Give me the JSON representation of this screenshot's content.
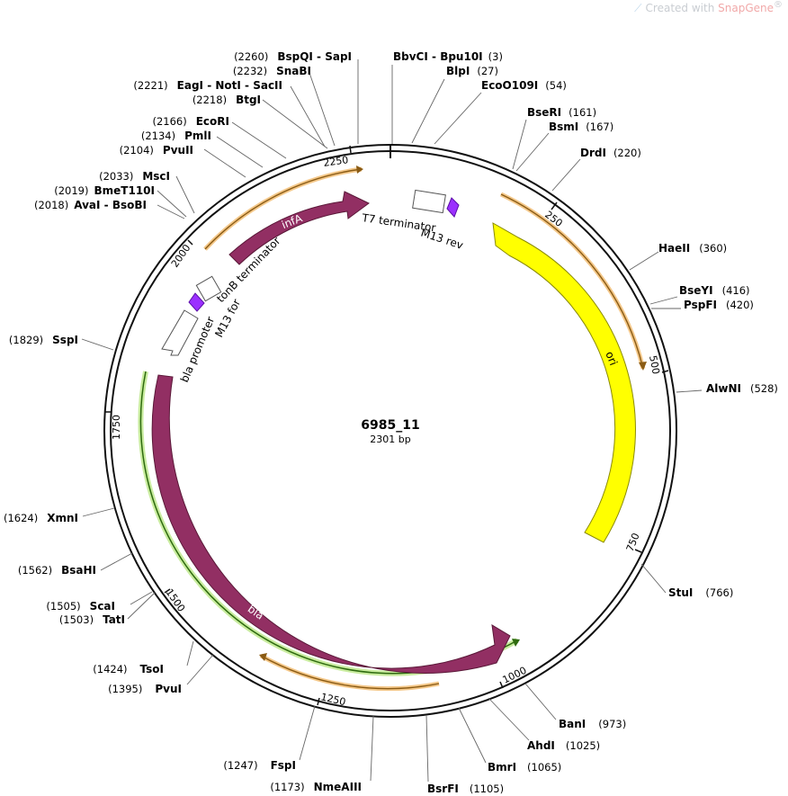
{
  "watermark": {
    "prefix": "Created with",
    "brand": "SnapGene",
    "mark": "®"
  },
  "plasmid": {
    "name": "6985_11",
    "length_label": "2301 bp",
    "length": 2301
  },
  "ticks": [
    "250",
    "500",
    "750",
    "1000",
    "1250",
    "1500",
    "1750",
    "2000",
    "2250"
  ],
  "enzymes": [
    {
      "name": "BbvCI",
      "pos": "(3)"
    },
    {
      "name": "Bpu10I",
      "pos": ""
    },
    {
      "name": "BlpI",
      "pos": "(27)"
    },
    {
      "name": "EcoO109I",
      "pos": "(54)"
    },
    {
      "name": "BseRI",
      "pos": "(161)"
    },
    {
      "name": "BsmI",
      "pos": "(167)"
    },
    {
      "name": "DrdI",
      "pos": "(220)"
    },
    {
      "name": "HaeII",
      "pos": "(360)"
    },
    {
      "name": "BseYI",
      "pos": "(416)"
    },
    {
      "name": "PspFI",
      "pos": "(420)"
    },
    {
      "name": "AlwNI",
      "pos": "(528)"
    },
    {
      "name": "StuI",
      "pos": "(766)"
    },
    {
      "name": "BanI",
      "pos": "(973)"
    },
    {
      "name": "AhdI",
      "pos": "(1025)"
    },
    {
      "name": "BmrI",
      "pos": "(1065)"
    },
    {
      "name": "BsrFI",
      "pos": "(1105)"
    },
    {
      "name": "NmeAIII",
      "pos": "(1173)"
    },
    {
      "name": "FspI",
      "pos": "(1247)"
    },
    {
      "name": "PvuI",
      "pos": "(1395)"
    },
    {
      "name": "TsoI",
      "pos": "(1424)"
    },
    {
      "name": "TatI",
      "pos": "(1503)"
    },
    {
      "name": "ScaI",
      "pos": "(1505)"
    },
    {
      "name": "BsaHI",
      "pos": "(1562)"
    },
    {
      "name": "XmnI",
      "pos": "(1624)"
    },
    {
      "name": "SspI",
      "pos": "(1829)"
    },
    {
      "name": "AvaI",
      "pos": "(2018)"
    },
    {
      "name": "BsoBI",
      "pos": ""
    },
    {
      "name": "BmeT110I",
      "pos": "(2019)"
    },
    {
      "name": "MscI",
      "pos": "(2033)"
    },
    {
      "name": "PvuII",
      "pos": "(2104)"
    },
    {
      "name": "PmlI",
      "pos": "(2134)"
    },
    {
      "name": "EcoRI",
      "pos": "(2166)"
    },
    {
      "name": "BtgI",
      "pos": "(2218)"
    },
    {
      "name": "EagI",
      "pos": "(2221)"
    },
    {
      "name": "NotI",
      "pos": ""
    },
    {
      "name": "SacII",
      "pos": ""
    },
    {
      "name": "SnaBI",
      "pos": "(2232)"
    },
    {
      "name": "BspQI",
      "pos": "(2260)"
    },
    {
      "name": "SapI",
      "pos": ""
    }
  ],
  "features": {
    "infA": "infA",
    "ori": "ori",
    "bla": "bla",
    "t7_terminator": "T7 terminator",
    "m13_rev": "M13 rev",
    "tonb_terminator": "tonB terminator",
    "m13_for": "M13 for",
    "bla_promoter": "bla promoter"
  },
  "colors": {
    "backbone": "#111111",
    "infA": "#922f63",
    "bla": "#922f63",
    "ori": "#ffff00",
    "orange_track": "#e8a33a",
    "green_track": "#8fd14f",
    "primer": "#9b30ff"
  }
}
